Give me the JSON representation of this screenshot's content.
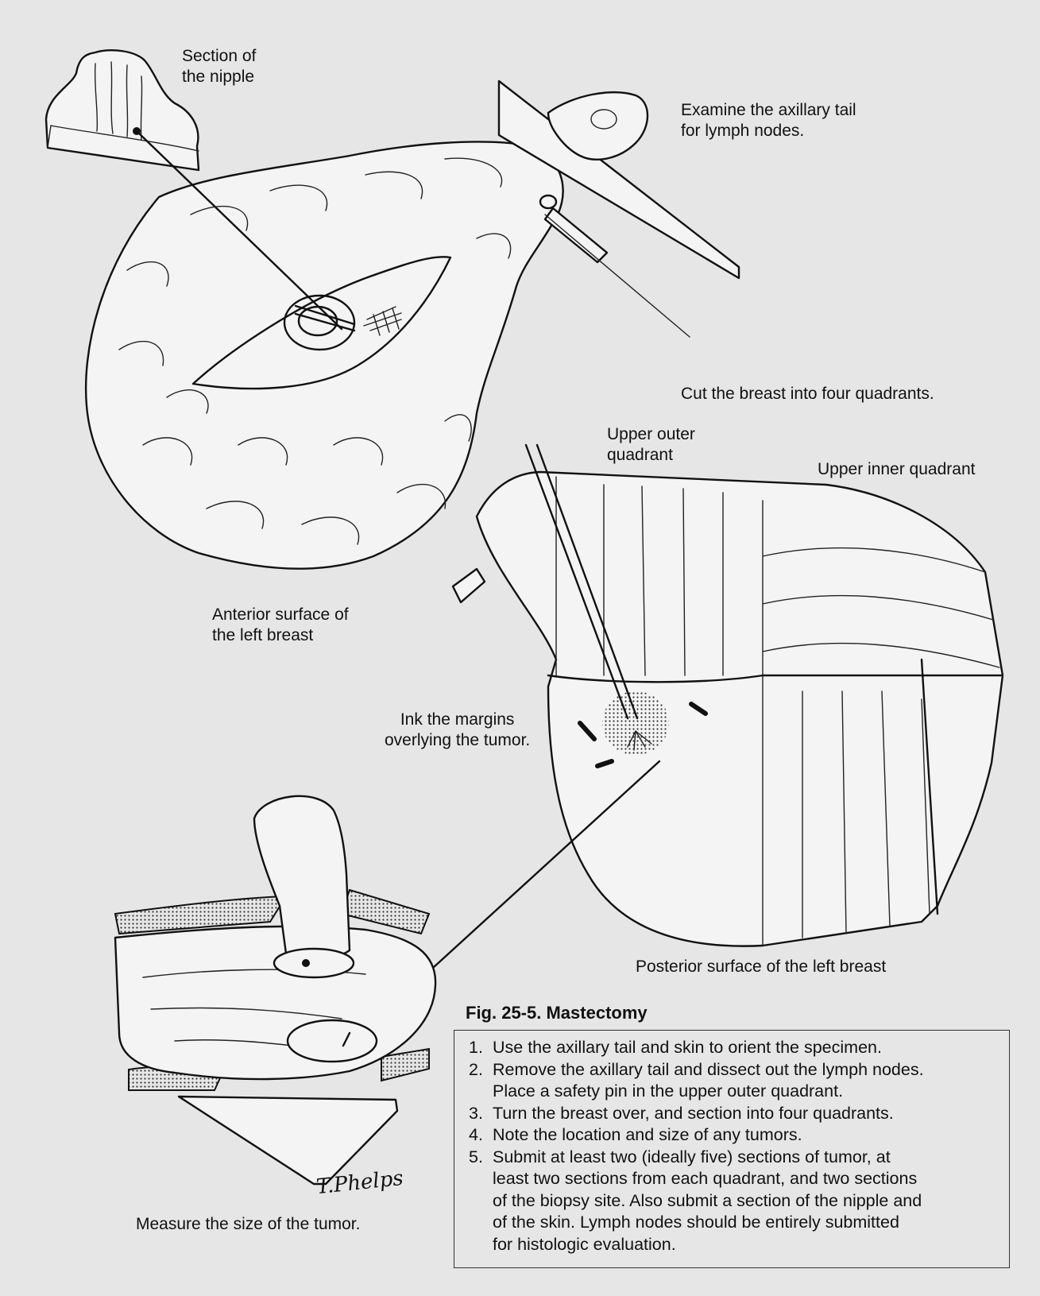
{
  "labels": {
    "nipple_section": "Section of\nthe nipple",
    "axillary_tail": "Examine the axillary tail\nfor lymph nodes.",
    "cut_quadrants": "Cut the breast into four quadrants.",
    "upper_outer": "Upper outer\nquadrant",
    "upper_inner": "Upper inner quadrant",
    "anterior_surface": "Anterior surface of\nthe left breast",
    "ink_margins": "Ink the margins\noverlying the tumor.",
    "posterior_surface": "Posterior surface of the left breast",
    "measure_tumor": "Measure the size of the tumor.",
    "signature": "T.Phelps"
  },
  "caption": {
    "title": "Fig. 25-5. Mastectomy",
    "steps": [
      {
        "num": "1.",
        "text": "Use the axillary tail and skin to orient the specimen."
      },
      {
        "num": "2.",
        "text": "Remove the axillary tail and dissect out the lymph nodes.\nPlace a safety pin in the upper outer quadrant."
      },
      {
        "num": "3.",
        "text": "Turn the breast over, and section into four quadrants."
      },
      {
        "num": "4.",
        "text": "Note the location and size of any tumors."
      },
      {
        "num": "5.",
        "text": "Submit at least two (ideally five) sections of tumor, at\nleast two sections from each quadrant, and two sections\nof the biopsy site.  Also submit a section of the nipple and\nof the skin.  Lymph nodes should be entirely submitted\nfor histologic evaluation."
      }
    ]
  }
}
